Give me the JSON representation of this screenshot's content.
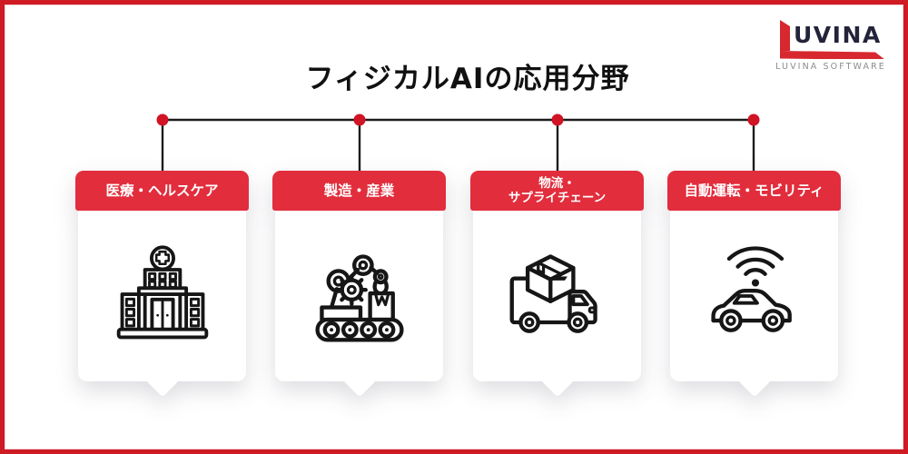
{
  "page": {
    "title": "フィジカルAIの応用分野",
    "background_color": "#ffffff",
    "frame_border_color": "#ce1b24",
    "title_color": "#111111"
  },
  "logo": {
    "wordmark": "UVINA",
    "subtitle": "LUVINA SOFTWARE",
    "mark_icon": "luvina-red-l-swoosh-icon",
    "mark_color": "#d7282f",
    "wordmark_color": "#23233a",
    "subtitle_color": "#8c8c8c"
  },
  "diagram": {
    "connector": {
      "line_color": "#1c1c1c",
      "node_color": "#d01325",
      "node_count": 4
    },
    "card_header_color": "#e22d3c",
    "card_label_color": "#ffffff",
    "icon_stroke_color": "#161616",
    "cards": [
      {
        "label": "医療・ヘルスケア",
        "icon": "hospital-icon"
      },
      {
        "label": "製造・産業",
        "icon": "factory-robot-arm-icon"
      },
      {
        "label": "物流・\nサプライチェーン",
        "icon": "delivery-truck-icon"
      },
      {
        "label": "自動運転・モビリティ",
        "icon": "autonomous-car-wifi-icon"
      }
    ]
  }
}
